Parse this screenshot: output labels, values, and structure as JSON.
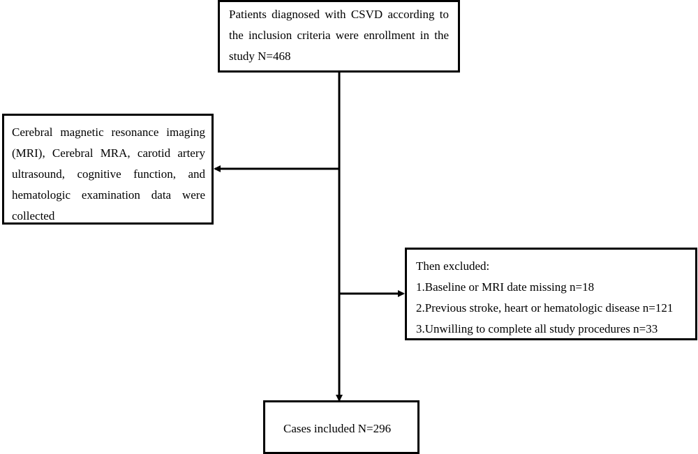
{
  "flowchart": {
    "enrollment": {
      "text": "Patients diagnosed with CSVD according to the inclusion criteria were enrollment in the study N=468"
    },
    "data_collected": {
      "text": "Cerebral magnetic resonance imaging (MRI), Cerebral MRA, carotid artery ultrasound, cognitive function, and hematologic examination data were collected"
    },
    "exclusions": {
      "heading": "Then excluded:",
      "items": [
        "1.Baseline or MRI date missing n=18",
        "2.Previous stroke, heart or hematologic disease n=121",
        "3.Unwilling to complete all study procedures n=33"
      ]
    },
    "included": {
      "text": "Cases included N=296"
    }
  },
  "colors": {
    "line": "#000000",
    "background": "#ffffff",
    "text": "#000000"
  }
}
